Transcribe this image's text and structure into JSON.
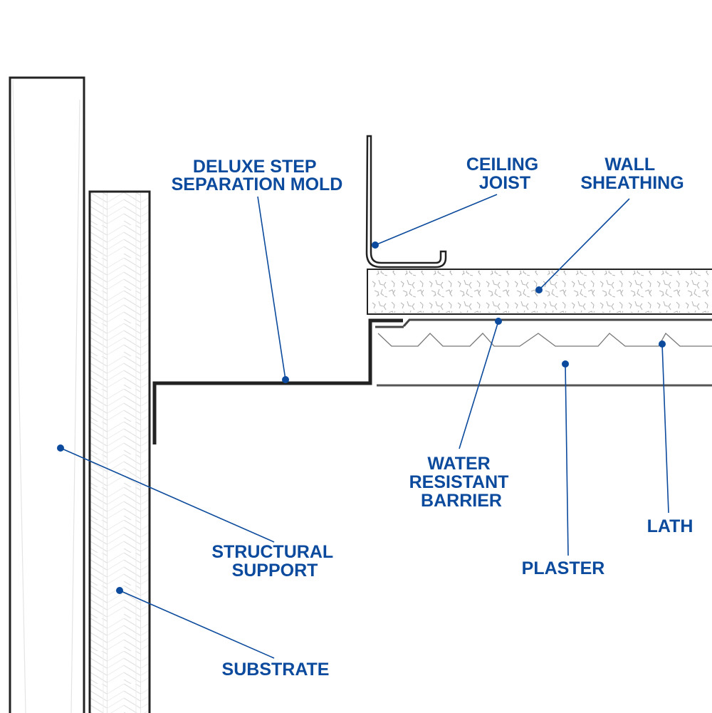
{
  "diagram": {
    "title": "Deluxe Step Separation Mold detail",
    "accent_color": "#0b4a9c",
    "line_color": "#222222",
    "labels": [
      {
        "id": "mold",
        "lines": [
          "DELUXE STEP",
          "SEPARATION MOLD"
        ]
      },
      {
        "id": "ceiling_joist",
        "lines": [
          "CEILING",
          "JOIST"
        ]
      },
      {
        "id": "wall_sheathing",
        "lines": [
          "WALL",
          "SHEATHING"
        ]
      },
      {
        "id": "water_barrier",
        "lines": [
          "WATER",
          "RESISTANT",
          "BARRIER"
        ]
      },
      {
        "id": "lath",
        "lines": [
          "LATH"
        ]
      },
      {
        "id": "plaster",
        "lines": [
          "PLASTER"
        ]
      },
      {
        "id": "structural_support",
        "lines": [
          "STRUCTURAL",
          "SUPPORT"
        ]
      },
      {
        "id": "substrate",
        "lines": [
          "SUBSTRATE"
        ]
      }
    ]
  }
}
